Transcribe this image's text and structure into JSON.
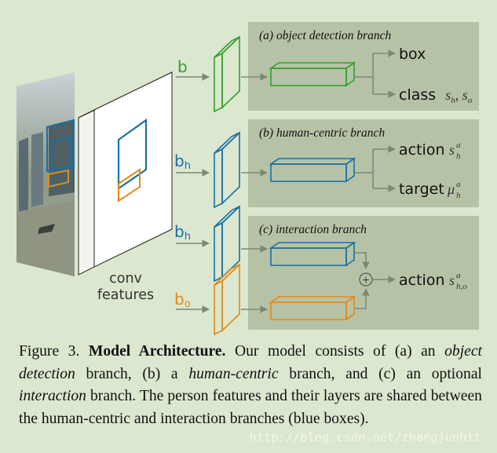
{
  "panels": {
    "a": {
      "title": "(a) object detection branch",
      "outputs": [
        {
          "label": "box",
          "sym": ""
        },
        {
          "label": "class",
          "sym": "s",
          "sub": "h",
          "sep": ", ",
          "sym2": "s",
          "sub2": "o"
        }
      ]
    },
    "b": {
      "title": "(b) human-centric branch",
      "outputs": [
        {
          "label": "action",
          "sym": "s",
          "sup": "a",
          "sub": "h"
        },
        {
          "label": "target",
          "sym": "μ",
          "sup": "a",
          "sub": "h"
        }
      ]
    },
    "c": {
      "title": "(c) interaction branch",
      "outputs": [
        {
          "label": "action",
          "sym": "s",
          "sup": "a",
          "sub": "h,o"
        }
      ]
    }
  },
  "inputs": {
    "b": "b",
    "bh1": {
      "base": "b",
      "sub": "h"
    },
    "bh2": {
      "base": "b",
      "sub": "h"
    },
    "bo": {
      "base": "b",
      "sub": "o"
    }
  },
  "conv": {
    "line1": "conv",
    "line2": "features"
  },
  "combine_symbol": "+",
  "colors": {
    "green": "#33a02c",
    "blue": "#1a6fa3",
    "orange": "#e08a1e",
    "panel": "#b6c2a5",
    "arrow": "#7a8a74"
  },
  "caption": {
    "fig": "Figure 3.",
    "bold": "Model Architecture.",
    "t1": "Our model consists of (a) an",
    "i1": "object detection",
    "t2": "branch, (b) a",
    "i2": "human-centric",
    "t3": "branch, and (c) an optional",
    "i3": "interaction",
    "t4": "branch. The person features and their layers are shared between the human-centric and interaction branches (blue boxes)."
  },
  "watermark": "http://blog.csdn.net/zhangjunhit"
}
